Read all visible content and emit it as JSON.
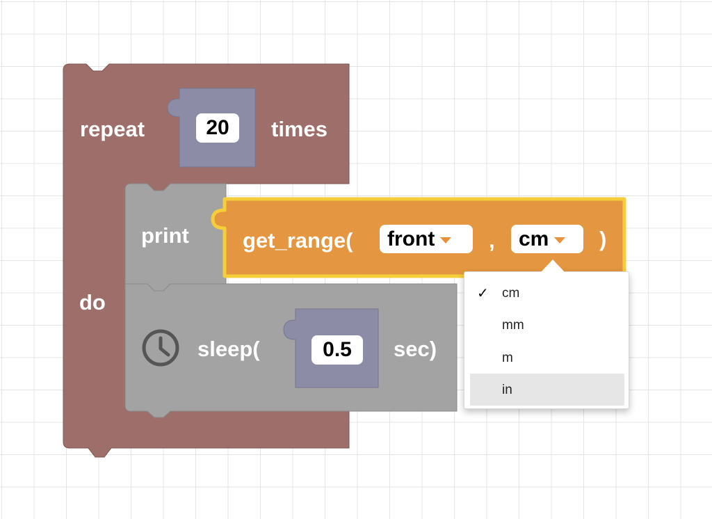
{
  "colors": {
    "loop_block": "#9e6e6a",
    "text_block": "#a3a3a3",
    "number_block": "#8c8ca6",
    "sensor_block": "#e49640",
    "selection_outline": "#f6cd3a"
  },
  "repeat_block": {
    "label_repeat": "repeat",
    "count": "20",
    "label_times": "times",
    "label_do": "do"
  },
  "print_block": {
    "label": "print"
  },
  "get_range_block": {
    "label": "get_range(",
    "direction": "front",
    "separator": ",",
    "unit": "cm",
    "close": ")"
  },
  "sleep_block": {
    "icon": "clock-icon",
    "label": "sleep(",
    "value": "0.5",
    "label_end": "sec)"
  },
  "unit_dropdown": {
    "check_mark": "✓",
    "options": [
      {
        "label": "cm",
        "checked": true
      },
      {
        "label": "mm",
        "checked": false
      },
      {
        "label": "m",
        "checked": false
      },
      {
        "label": "in",
        "checked": false,
        "hovered": true
      }
    ]
  }
}
